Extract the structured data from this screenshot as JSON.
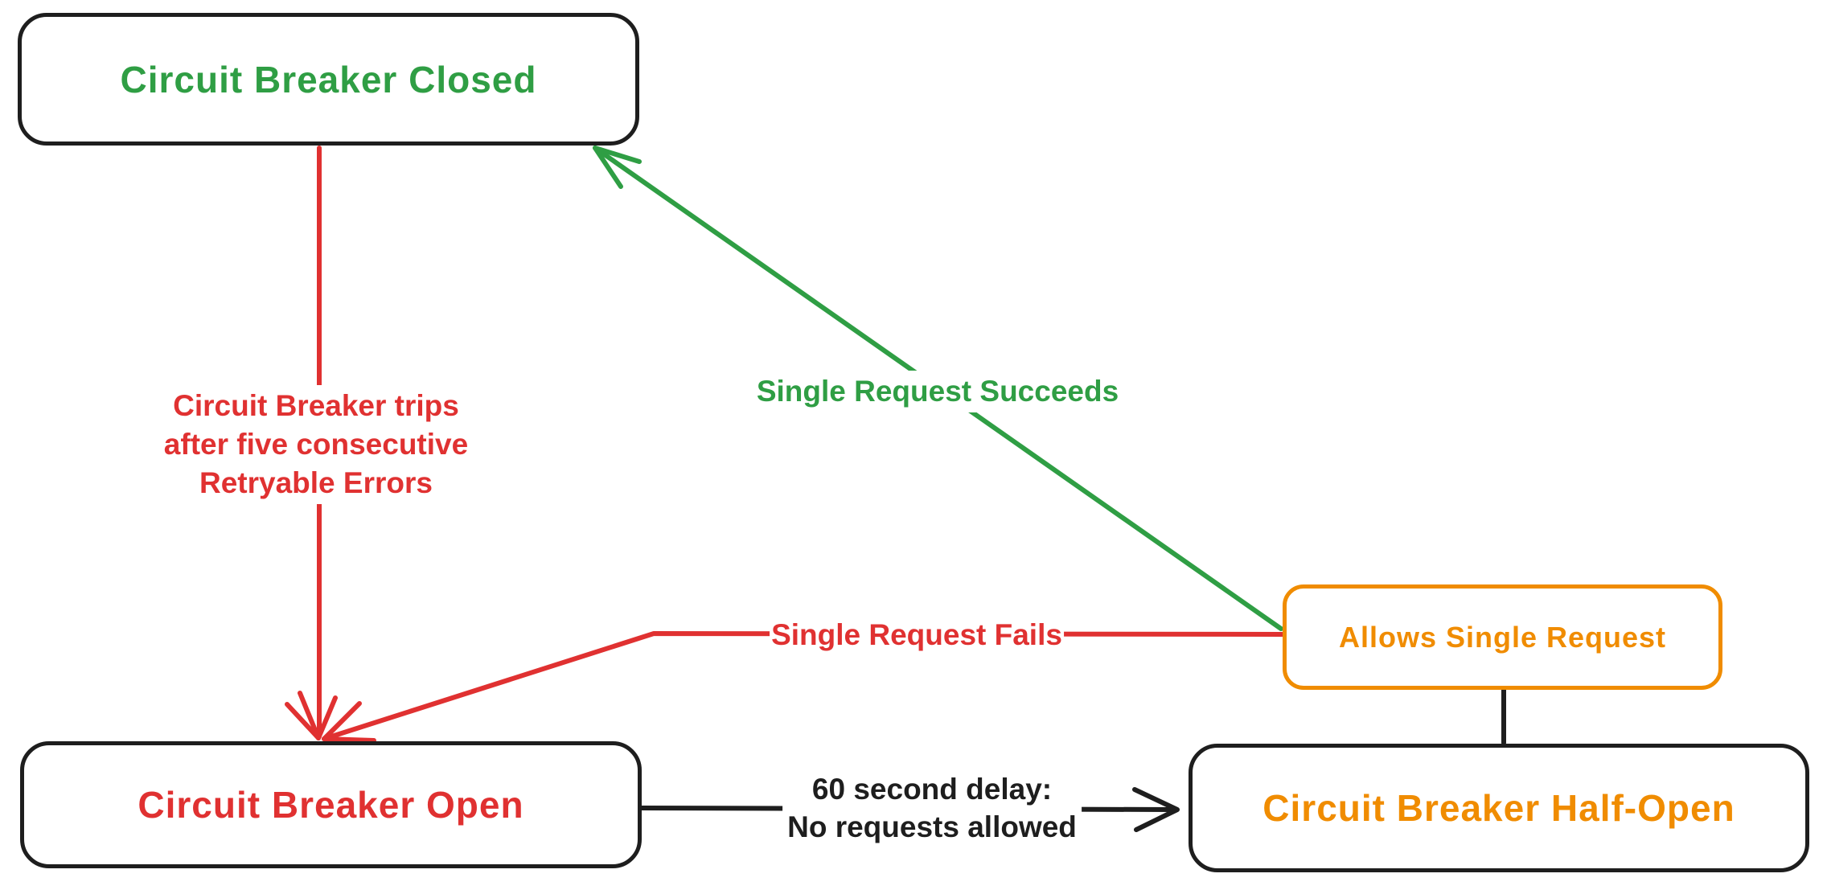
{
  "diagram": {
    "type": "state-diagram",
    "subject": "Circuit Breaker pattern states"
  },
  "palette": {
    "black": "#1e1e1e",
    "red": "#e03131",
    "green": "#2f9e44",
    "orange": "#f08c00",
    "background": "#ffffff"
  },
  "nodes": {
    "closed": {
      "label": "Circuit Breaker Closed",
      "text_color": "#2f9e44",
      "border_color": "#1e1e1e"
    },
    "open": {
      "label": "Circuit Breaker Open",
      "text_color": "#e03131",
      "border_color": "#1e1e1e"
    },
    "half_open": {
      "label": "Circuit Breaker Half-Open",
      "text_color": "#f08c00",
      "border_color": "#1e1e1e"
    },
    "allows_single_request": {
      "label": "Allows Single Request",
      "text_color": "#f08c00",
      "border_color": "#f08c00"
    }
  },
  "edges": {
    "trips": {
      "from": "closed",
      "to": "open",
      "color": "#e03131",
      "lines": [
        "Circuit Breaker trips",
        "after five consecutive",
        "Retryable Errors"
      ]
    },
    "succeeds": {
      "from": "allows_single_request",
      "to": "closed",
      "color": "#2f9e44",
      "label": "Single Request Succeeds"
    },
    "fails": {
      "from": "allows_single_request",
      "to": "open",
      "color": "#e03131",
      "label": "Single Request Fails"
    },
    "delay": {
      "from": "open",
      "to": "half_open",
      "color": "#1e1e1e",
      "lines": [
        "60 second delay:",
        "No requests allowed"
      ]
    },
    "probe": {
      "from": "half_open",
      "to": "allows_single_request",
      "color": "#1e1e1e",
      "label": ""
    }
  }
}
